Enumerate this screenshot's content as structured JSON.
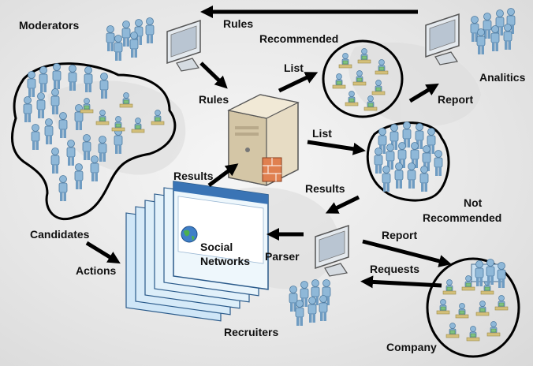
{
  "labels": {
    "moderators": "Moderators",
    "rules_top": "Rules",
    "recommended": "Recommended",
    "list_upper": "List",
    "rules_mid": "Rules",
    "analytics": "Analitics",
    "report_upper": "Report",
    "list_lower": "List",
    "results_right": "Results",
    "not_recommended_1": "Not",
    "not_recommended_2": "Recommended",
    "results_left": "Results",
    "social_1": "Social",
    "social_2": "Networks",
    "candidates": "Candidates",
    "actions": "Actions",
    "parser": "Parser",
    "report_lower": "Report",
    "requests": "Requests",
    "recruiters": "Recruiters",
    "company": "Company"
  },
  "icons": [
    "monitor-icon",
    "server-icon",
    "firewall-icon",
    "globe-icon",
    "person-icon",
    "desk-worker-icon"
  ],
  "colors": {
    "person": "#8fb8d8",
    "person_dark": "#5f8fb5",
    "arrow": "#000000",
    "server": "#d9cbb0",
    "firewall": "#e08050",
    "window": "#cfe6f7"
  }
}
